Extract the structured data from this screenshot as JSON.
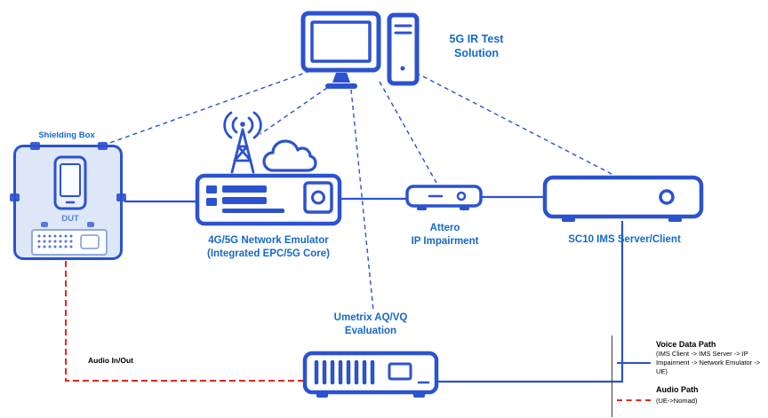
{
  "colors": {
    "icon_blue": "#2b52d0",
    "text_blue": "#1569c9",
    "audio_red": "#e8251c",
    "box_fill": "#dde7f8"
  },
  "nodes": {
    "test_solution": {
      "line1": "5G IR Test",
      "line2": "Solution"
    },
    "shielding_box": {
      "title": "Shielding Box",
      "dut": "DUT"
    },
    "network_emulator": {
      "line1": "4G/5G Network Emulator",
      "line2": "(Integrated EPC/5G Core)"
    },
    "attero": {
      "line1": "Attero",
      "line2": "IP Impairment"
    },
    "sc10": {
      "label": "SC10 IMS Server/Client"
    },
    "umetrix": {
      "line1": "Umetrix AQ/VQ",
      "line2": "Evaluation"
    }
  },
  "annotations": {
    "audio_in_out": "Audio In/Out"
  },
  "legend": {
    "voice_title": "Voice Data Path",
    "voice_detail": "(IMS Client -> IMS Server -> IP Impairment -> Network Emulator -> UE)",
    "audio_title": "Audio Path",
    "audio_detail": "(UE->Nomad)"
  }
}
